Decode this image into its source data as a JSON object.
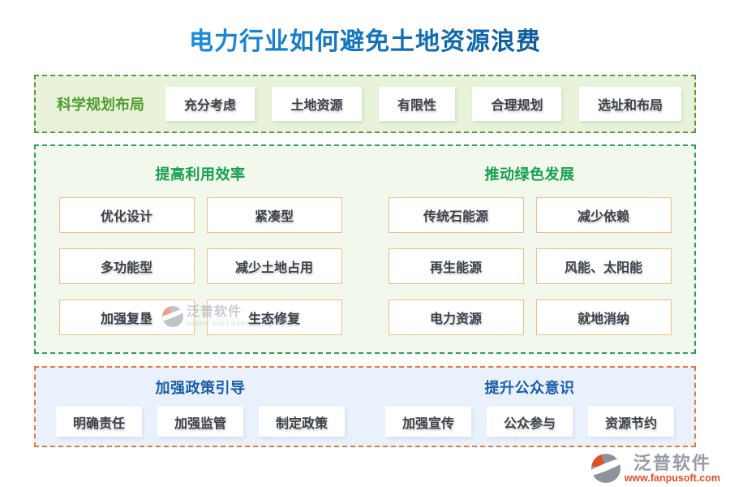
{
  "title": "电力行业如何避免土地资源浪费",
  "colors": {
    "title_gradient_from": "#1a8dda",
    "title_gradient_to": "#0d5c9d",
    "section1_border": "#5d9a3c",
    "section1_bg": "#e9f3da",
    "section1_label": "#4f9c2e",
    "section2_border": "#21a55c",
    "section2_bg": "#f2f9ec",
    "section2_header": "#16a050",
    "section2_tag_border": "#f3bc85",
    "section3_border": "#e87a3a",
    "section3_bg": "#e9f2fc",
    "section3_header": "#1a5dad",
    "tag_text": "#3c4148",
    "brand_gray": "#989ca6",
    "brand_orange": "#e2502a"
  },
  "section_planning": {
    "label": "科学规划布局",
    "items": [
      "充分考虑",
      "土地资源",
      "有限性",
      "合理规划",
      "选址和布局"
    ]
  },
  "section_measures": {
    "groups": [
      {
        "title": "提高利用效率",
        "items": [
          "优化设计",
          "紧凑型",
          "多功能型",
          "减少土地占用",
          "加强复垦",
          "生态修复"
        ]
      },
      {
        "title": "推动绿色发展",
        "items": [
          "传统石能源",
          "减少依赖",
          "再生能源",
          "风能、太阳能",
          "电力资源",
          "就地消纳"
        ]
      }
    ]
  },
  "section_policy": {
    "groups": [
      {
        "title": "加强政策引导",
        "items": [
          "明确责任",
          "加强监管",
          "制定政策"
        ]
      },
      {
        "title": "提升公众意识",
        "items": [
          "加强宣传",
          "公众参与",
          "资源节约"
        ]
      }
    ]
  },
  "watermark": {
    "brand": "泛普软件",
    "brand_sub": "FANPU SOFTWARE"
  },
  "footer": {
    "brand": "泛普软件",
    "website": "www.fanpusoft.com"
  }
}
